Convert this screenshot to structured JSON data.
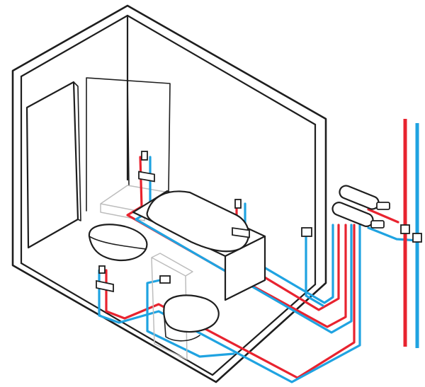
{
  "colors": {
    "hot_water": "#e8232f",
    "cold_water": "#1fa3e1",
    "outline": "#1e1e1e",
    "ghost_outline": "#bdbdbd",
    "background": "#ffffff"
  },
  "pipe_systems": [
    {
      "name": "hot",
      "color_key": "hot_water"
    },
    {
      "name": "cold",
      "color_key": "cold_water"
    }
  ],
  "fixtures": [
    "shower",
    "bathtub",
    "washbasin",
    "toilet",
    "bidet",
    "manifold",
    "vertical-risers"
  ],
  "icons": [
    "shower-valve-icon",
    "tap-icon",
    "manifold-icon"
  ]
}
